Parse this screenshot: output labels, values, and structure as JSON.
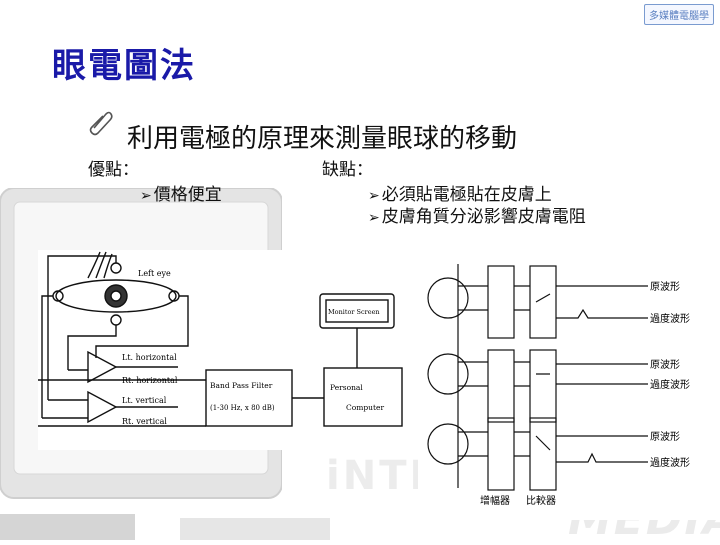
{
  "badge": "多媒體電腦學",
  "title": "眼電圖法",
  "bullet": "利用電極的原理來測量眼球的移動",
  "pros": {
    "heading": "優點：",
    "items": [
      "價格便宜"
    ]
  },
  "cons": {
    "heading": "缺點：",
    "items": [
      "必須貼電極貼在皮膚上",
      "皮膚角質分泌影響皮膚電阻"
    ]
  },
  "arrow_glyph": "➢",
  "diagram": {
    "left_eye": "Left eye",
    "lt_horizontal": "Lt. horizontal",
    "rt_horizontal": "Rt. horizontal",
    "lt_vertical": "Lt. vertical",
    "rt_vertical": "Rt. vertical",
    "filter_line1": "Band Pass Filter",
    "filter_line2": "(1-30 Hz, x 80 dB)",
    "monitor_screen": "Monitor Screen",
    "pc_line1": "Personal",
    "pc_line2": "Computer",
    "waves": [
      "原波形",
      "過度波形",
      "原波形",
      "過度波形",
      "原波形",
      "過度波形"
    ],
    "bottom_labels": [
      "增幅器",
      "比較器"
    ]
  },
  "watermark": {
    "intel": "iNTE",
    "media": "MEDIA"
  },
  "colors": {
    "title": "#1a1aa8",
    "badge_border": "#7a9bd0"
  }
}
